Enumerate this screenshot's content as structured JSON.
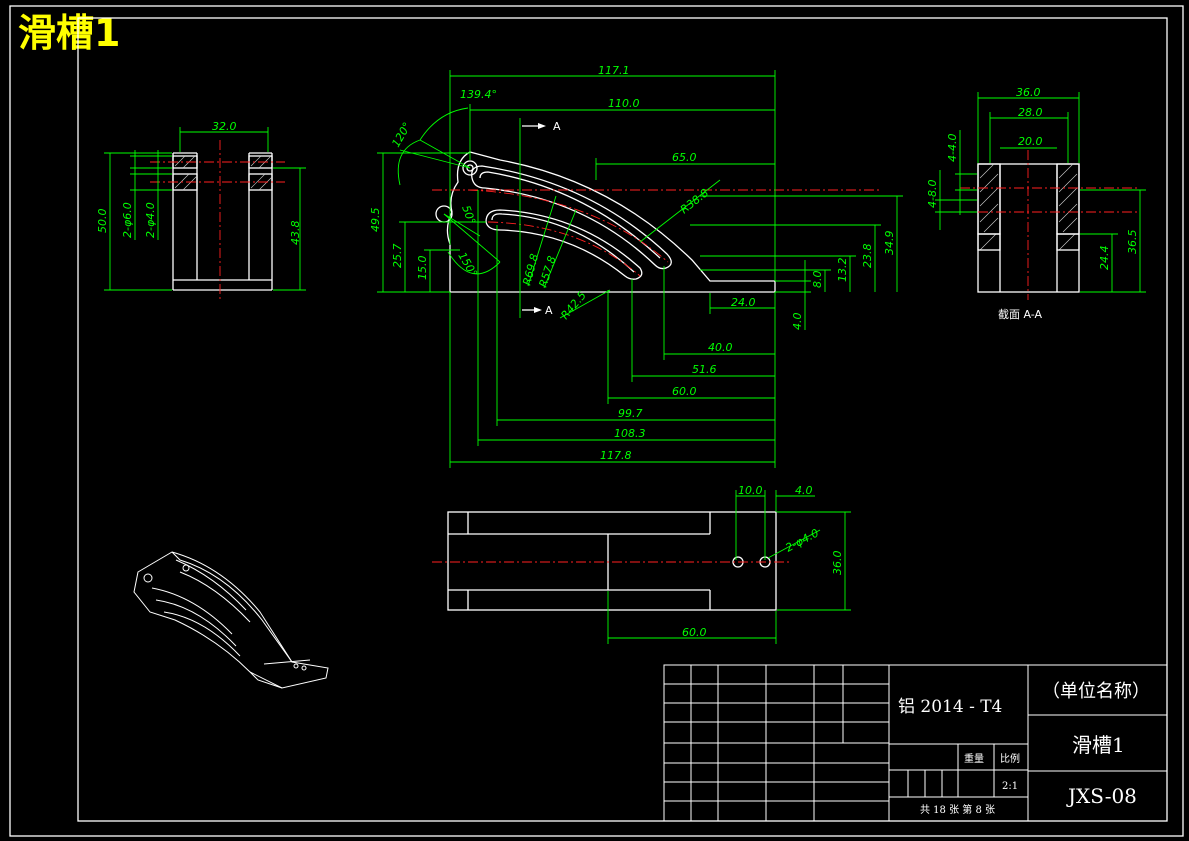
{
  "title": "滑槽1",
  "section_label": "截面  A-A",
  "section_marks": [
    "A",
    "A"
  ],
  "colors": {
    "background": "#000000",
    "outline": "#ffffff",
    "dimension": "#00ff00",
    "centerline": "#ff2020",
    "title": "#ffff00"
  },
  "front_view_dims": {
    "d_117_1": "117.1",
    "d_110": "110.0",
    "d_65": "65.0",
    "angle_139": "139.4°",
    "angle_120": "120°",
    "angle_150": "150°",
    "angle_50": "50°",
    "r_38_8": "R38.8",
    "r_69_8": "R69.8",
    "r_57_8": "R57.8",
    "r_42_5": "R42.5",
    "d_49_5": "49.5",
    "d_25_7": "25.7",
    "d_15": "15.0",
    "d_34_9": "34.9",
    "d_23_8": "23.8",
    "d_13_2": "13.2",
    "d_8": "8.0",
    "d_4": "4.0",
    "d_24": "24.0",
    "d_40": "40.0",
    "d_51_6": "51.6",
    "d_60": "60.0",
    "d_99_7": "99.7",
    "d_108_3": "108.3",
    "d_117_8": "117.8"
  },
  "side_view_dims": {
    "d_32": "32.0",
    "d_50": "50.0",
    "hole_6": "2-φ6.0",
    "hole_4": "2-φ4.0",
    "d_43_8": "43.8"
  },
  "section_view_dims": {
    "d_36": "36.0",
    "d_28": "28.0",
    "d_20": "20.0",
    "d_4_4": "4-4.0",
    "d_4_8": "4-8.0",
    "d_24_4": "24.4",
    "d_36_5": "36.5"
  },
  "top_view_dims": {
    "d_10": "10.0",
    "d_4": "4.0",
    "hole_4": "2-φ4.0",
    "d_36": "36.0",
    "d_60": "60.0"
  },
  "title_block": {
    "material": "铝 2014 - T4",
    "company": "（单位名称）",
    "part_name": "滑槽1",
    "drawing_no": "JXS-08",
    "weight_label": "重量",
    "scale_label": "比例",
    "scale_value": "2:1",
    "sheets": "共 18 张    第 8 张"
  }
}
